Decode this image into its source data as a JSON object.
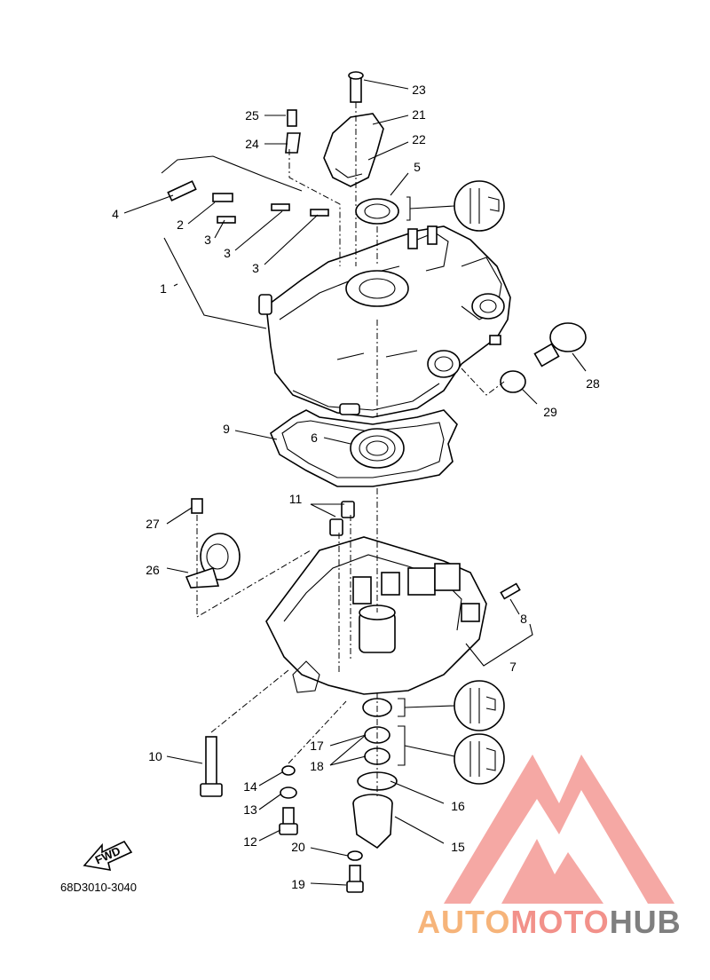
{
  "diagram": {
    "part_code": "68D3010-3040",
    "fwd_label": "FWD",
    "callouts": [
      "1",
      "2",
      "3",
      "3",
      "3",
      "4",
      "5",
      "6",
      "7",
      "8",
      "9",
      "10",
      "11",
      "12",
      "13",
      "14",
      "15",
      "16",
      "17",
      "18",
      "19",
      "20",
      "21",
      "22",
      "23",
      "24",
      "25",
      "26",
      "27",
      "28",
      "29"
    ]
  },
  "watermark": {
    "part1": "AUTO",
    "part2": "MOTO",
    "part3": "HUB",
    "colors": {
      "auto": "#f6b47a",
      "moto": "#f2918a",
      "hub": "#7f7f7f",
      "logo": "#f28b86"
    }
  }
}
